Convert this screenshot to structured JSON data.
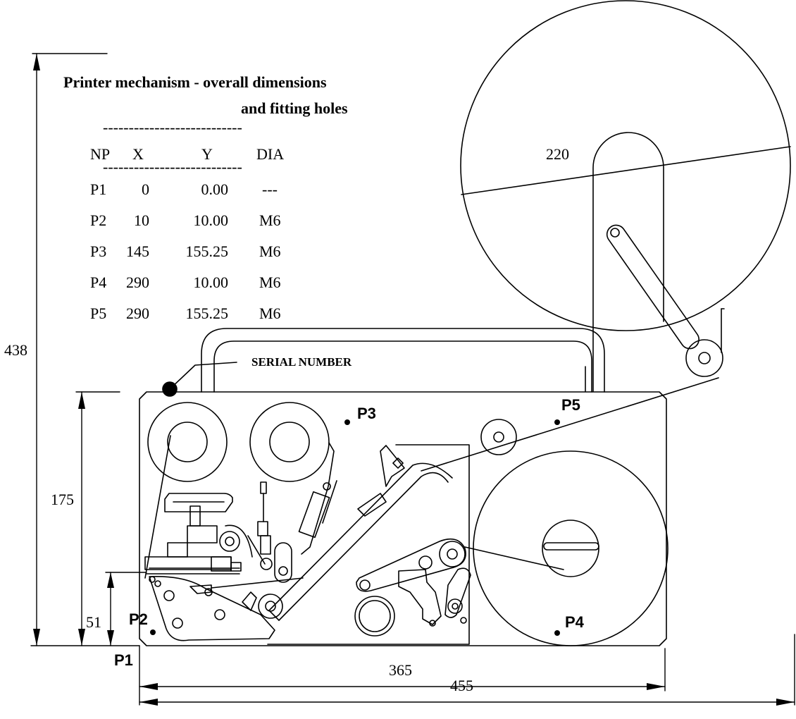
{
  "title": {
    "line1": "Printer mechanism - overall dimensions",
    "line2": "and fitting holes"
  },
  "table": {
    "separator": "---------------------------",
    "headers": [
      "NP",
      "X",
      "Y",
      "DIA"
    ],
    "rows": [
      [
        "P1",
        "0",
        "0.00",
        "---"
      ],
      [
        "P2",
        "10",
        "10.00",
        "M6"
      ],
      [
        "P3",
        "145",
        "155.25",
        "M6"
      ],
      [
        "P4",
        "290",
        "10.00",
        "M6"
      ],
      [
        "P5",
        "290",
        "155.25",
        "M6"
      ]
    ]
  },
  "dimensions": {
    "overall_height": "438",
    "body_height": "175",
    "low_height": "51",
    "body_width": "365",
    "overall_width": "455",
    "roll_diameter": "220"
  },
  "points": {
    "p1": "P1",
    "p2": "P2",
    "p3": "P3",
    "p4": "P4",
    "p5": "P5"
  },
  "serial_label": "SERIAL NUMBER",
  "colors": {
    "ink": "#000000",
    "background": "#ffffff"
  }
}
